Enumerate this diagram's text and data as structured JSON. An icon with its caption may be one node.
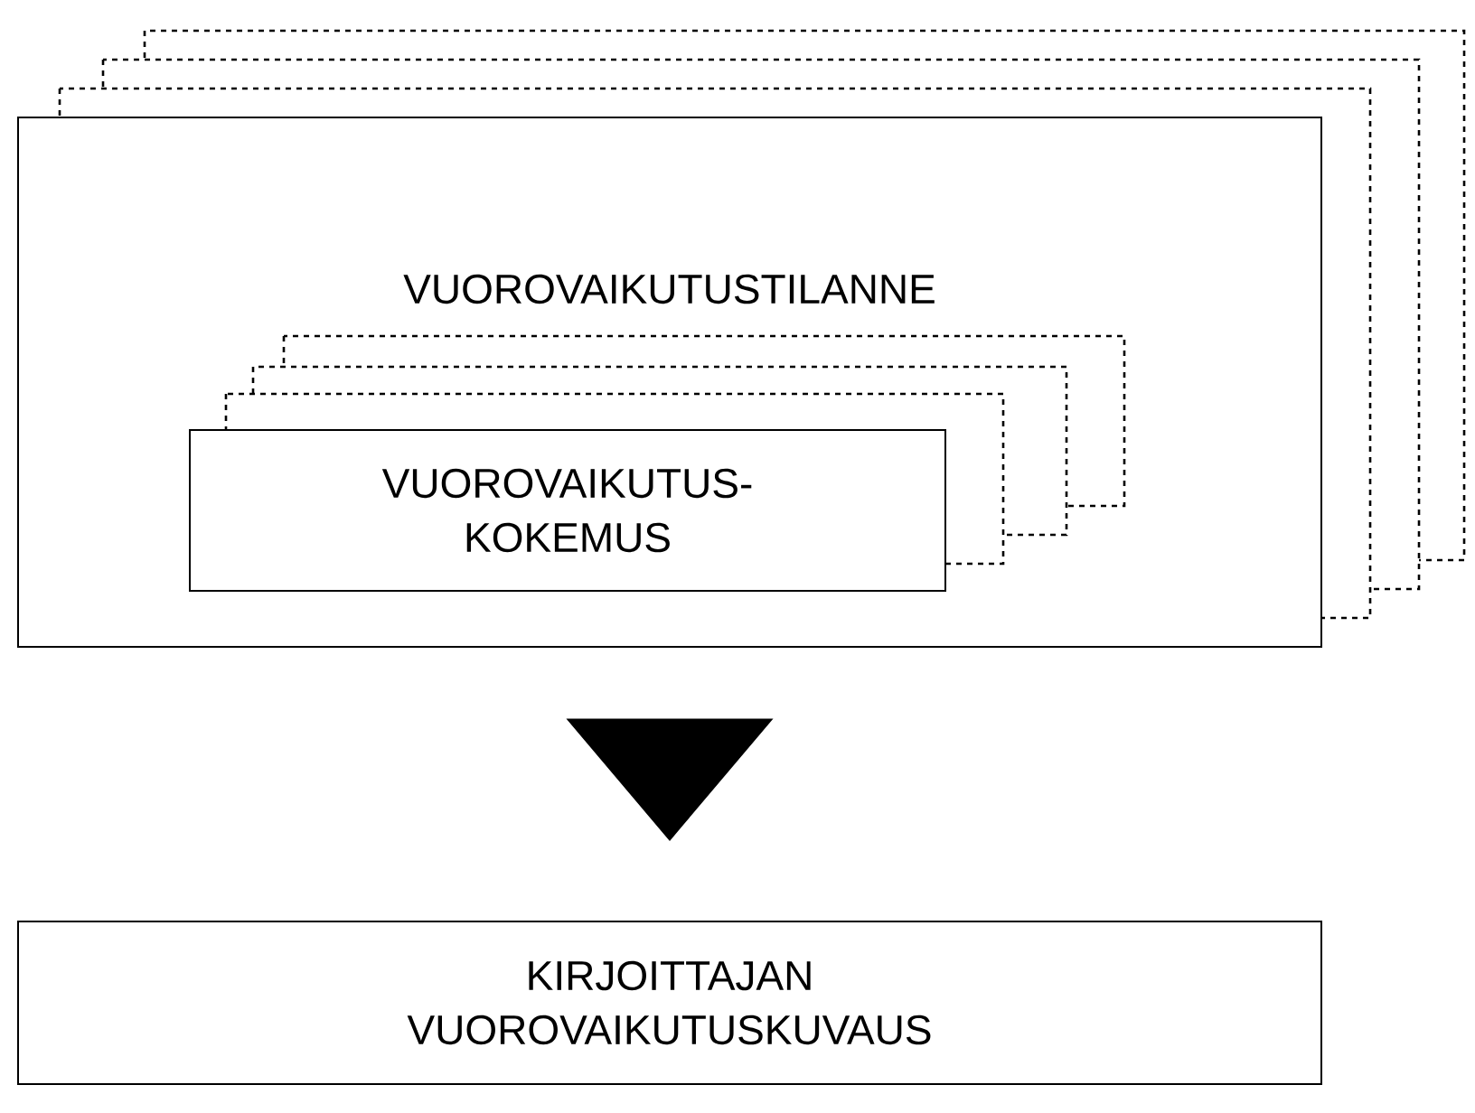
{
  "diagram": {
    "nodes": [
      {
        "text": [
          "VUOROVAIKUTUSTILANNE"
        ]
      },
      {
        "text": [
          "VUOROVAIKUTUS- KOKEMUS"
        ],
        "in": 0
      },
      {
        "text": [
          "KIRJOITTAJAN VUOROVAIKUTUSKUVAUS"
        ]
      }
    ],
    "edges": [
      {
        "from": 0,
        "to": 2,
        "arrow": "to",
        "style": "thick"
      }
    ]
  }
}
